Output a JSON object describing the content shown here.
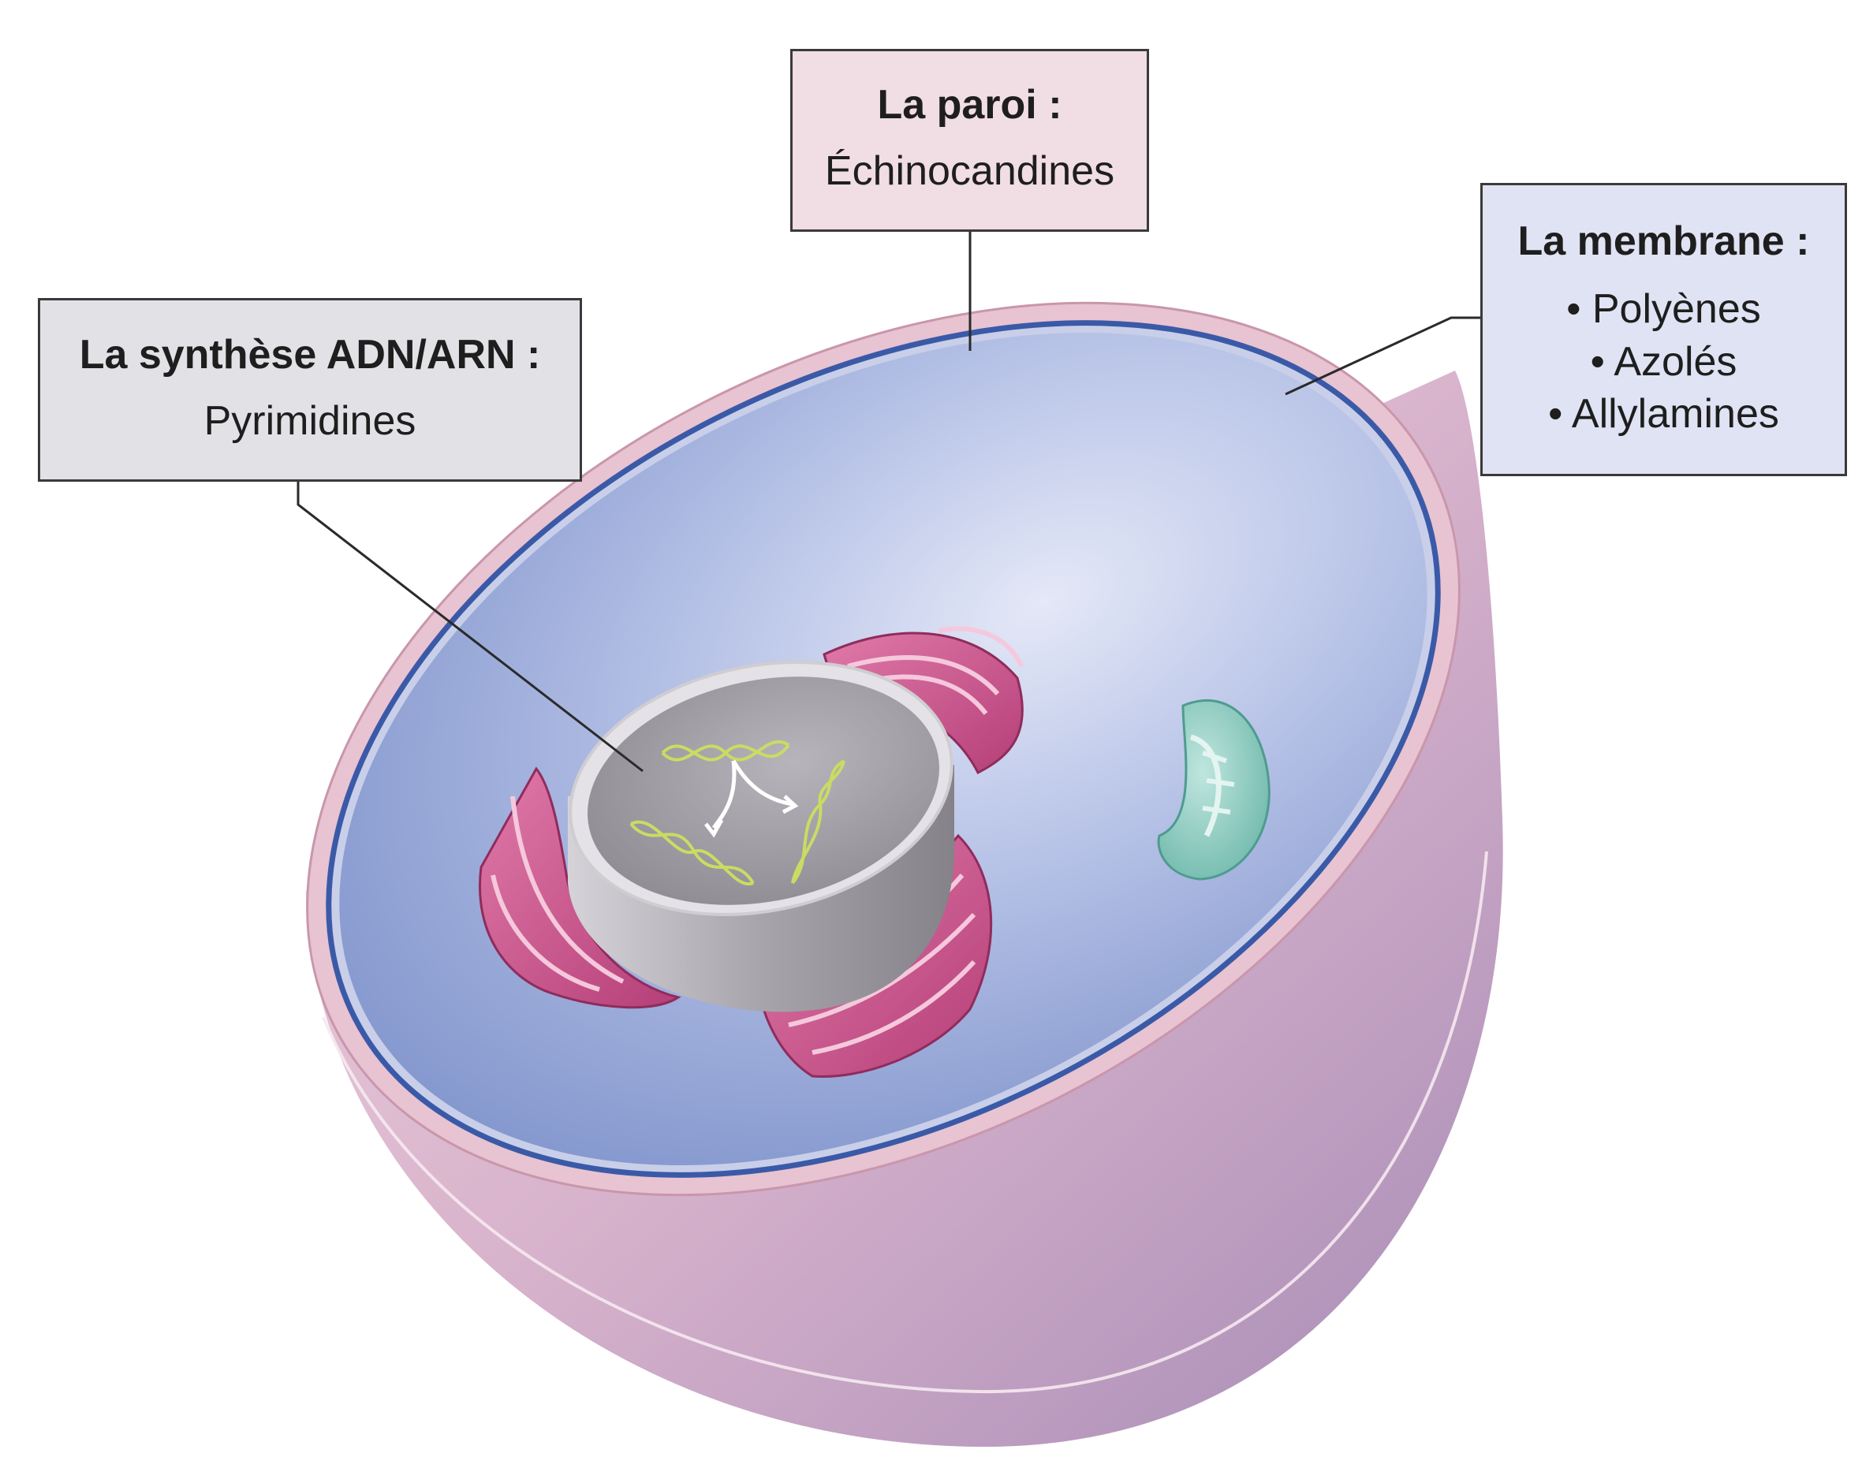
{
  "labels": {
    "paroi": {
      "title": "La paroi :",
      "items": [
        "Échinocandines"
      ]
    },
    "membrane": {
      "title": "La membrane :",
      "items": [
        "• Polyènes",
        "• Azolés",
        "• Allylamines"
      ]
    },
    "synthese": {
      "title": "La synthèse ADN/ARN :",
      "items": [
        "Pyrimidines"
      ]
    }
  },
  "colors": {
    "wall": "#e3b8c6",
    "membrane_line": "#3a5aa8",
    "cytoplasm": "#8fa3d6",
    "nucleus": "#b9b6bc",
    "golgi": "#c64f86",
    "mitochondrion": "#7fc7bb",
    "dna": "#c9dc63"
  }
}
